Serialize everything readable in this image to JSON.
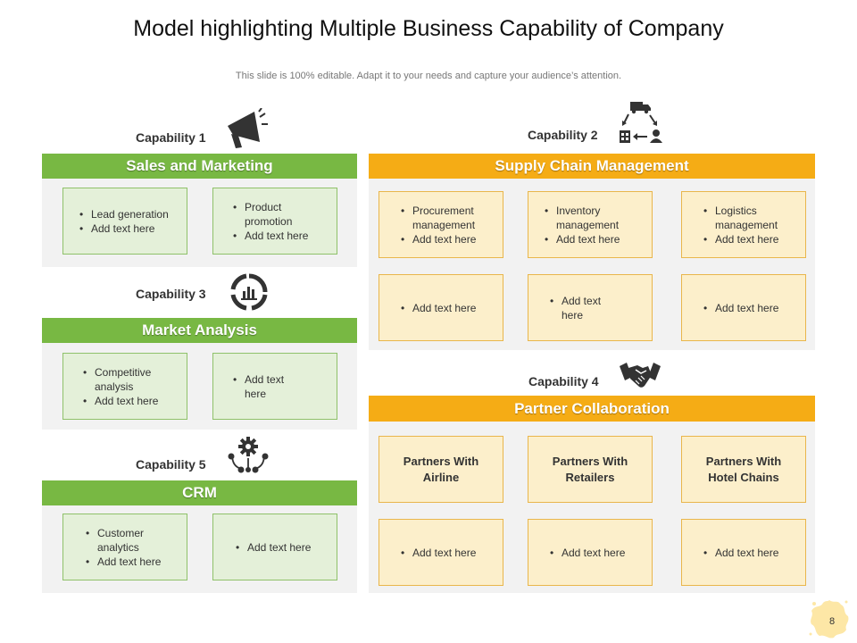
{
  "header": {
    "title": "Model highlighting Multiple Business Capability of Company",
    "subtitle": "This slide is 100% editable. Adapt it to your needs and capture your audience’s attention."
  },
  "capabilities": {
    "c1": {
      "label": "Capability 1",
      "banner": "Sales and Marketing",
      "boxes": [
        [
          "Lead generation",
          "Add text here"
        ],
        [
          "Product promotion",
          "Add text here"
        ]
      ]
    },
    "c2": {
      "label": "Capability 2",
      "banner": "Supply Chain Management",
      "boxes": [
        [
          "Procurement management",
          "Add text here"
        ],
        [
          "Inventory management",
          "Add text here"
        ],
        [
          "Logistics management",
          "Add text here"
        ],
        [
          "Add text here"
        ],
        [
          "Add text here"
        ],
        [
          "Add text here"
        ]
      ]
    },
    "c3": {
      "label": "Capability 3",
      "banner": "Market Analysis",
      "boxes": [
        [
          "Competitive analysis",
          "Add text here"
        ],
        [
          "Add text here"
        ]
      ]
    },
    "c4": {
      "label": "Capability 4",
      "banner": "Partner Collaboration",
      "heads": [
        "Partners With Airline",
        "Partners With Retailers",
        "Partners With Hotel Chains"
      ],
      "boxes": [
        [
          "Add text here"
        ],
        [
          "Add text here"
        ],
        [
          "Add text here"
        ]
      ]
    },
    "c5": {
      "label": "Capability 5",
      "banner": "CRM",
      "boxes": [
        [
          "Customer analytics",
          "Add text here"
        ],
        [
          "Add text here"
        ]
      ]
    }
  },
  "footer": {
    "page_number": "8"
  },
  "colors": {
    "green": "#78b843",
    "orange": "#f5ac15",
    "green_box": "#e4f0d9",
    "orange_box": "#fcefcb"
  },
  "icons": {
    "c1": "megaphone-icon",
    "c2": "supply-chain-icon",
    "c3": "analytics-cycle-icon",
    "c4": "handshake-icon",
    "c5": "gear-network-icon"
  }
}
